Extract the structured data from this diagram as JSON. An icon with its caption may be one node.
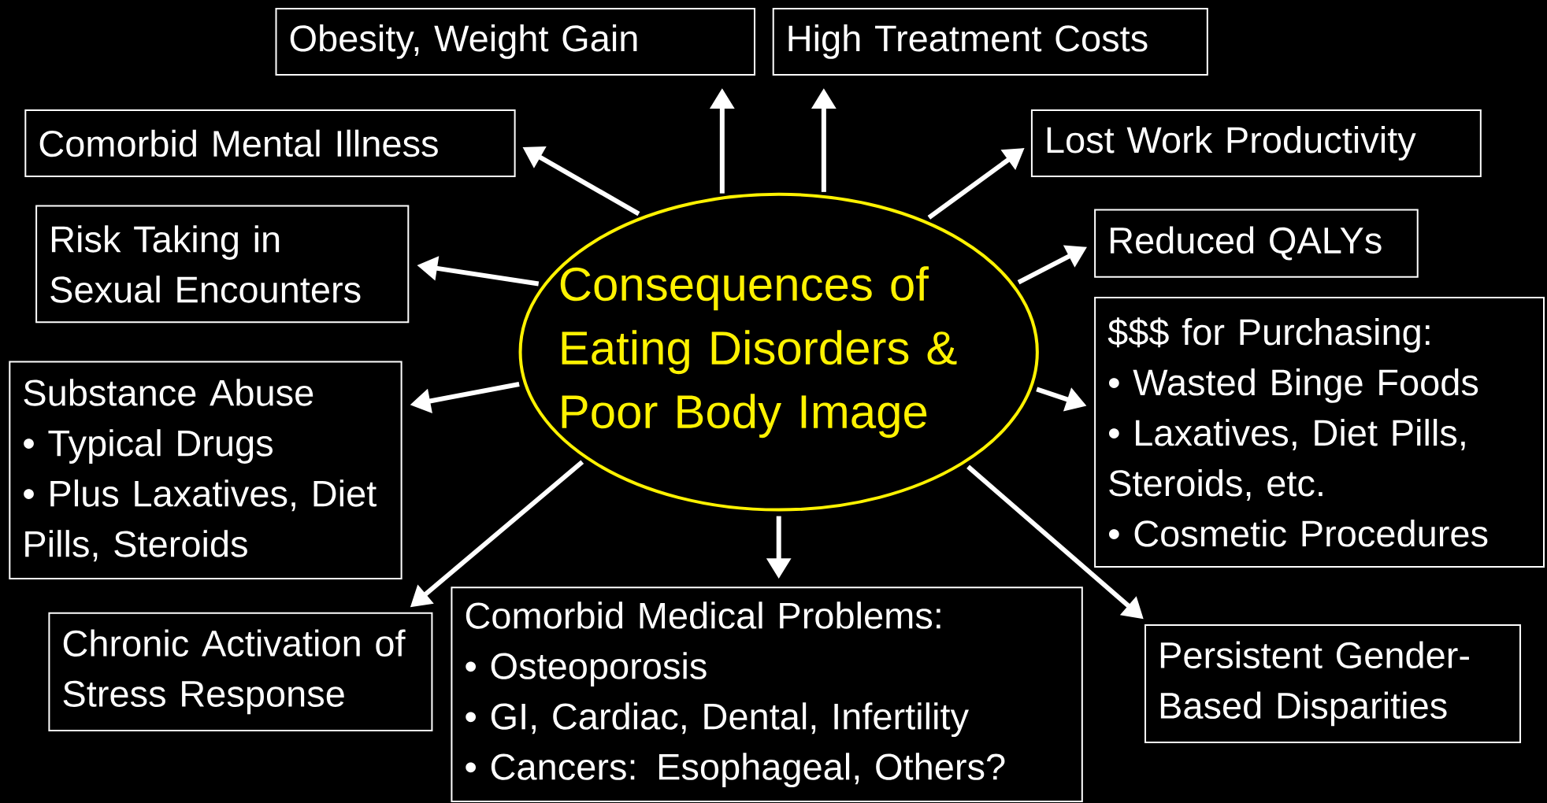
{
  "diagram": {
    "nodes": [
      {
        "text": [
          "Consequences of Eating Disorders & Poor Body Image"
        ]
      },
      {
        "text": [
          "Obesity, Weight Gain"
        ]
      },
      {
        "text": [
          "High Treatment Costs"
        ]
      },
      {
        "text": [
          "Comorbid Mental Illness"
        ]
      },
      {
        "text": [
          "Lost Work Productivity"
        ]
      },
      {
        "text": [
          "Risk Taking in Sexual Encounters"
        ]
      },
      {
        "text": [
          "Reduced QALYs"
        ]
      },
      {
        "text": [
          "Substance Abuse",
          "• Typical Drugs",
          "• Plus Laxatives, Diet Pills, Steroids"
        ]
      },
      {
        "text": [
          "$$$ for Purchasing:",
          "• Wasted Binge Foods",
          "• Laxatives, Diet Pills, Steroids, etc.",
          "• Cosmetic Procedures"
        ]
      },
      {
        "text": [
          "Chronic Activation of Stress Response"
        ]
      },
      {
        "text": [
          "Comorbid Medical Problems:",
          "• Osteoporosis",
          "• GI, Cardiac, Dental, Infertility",
          "• Cancers: Esophageal, Others?"
        ]
      },
      {
        "text": [
          "Persistent Gender-Based Disparities"
        ]
      }
    ],
    "edges": [
      {
        "from": 0,
        "to": 1,
        "arrow": "to"
      },
      {
        "from": 0,
        "to": 2,
        "arrow": "to"
      },
      {
        "from": 0,
        "to": 3,
        "arrow": "to"
      },
      {
        "from": 0,
        "to": 4,
        "arrow": "to"
      },
      {
        "from": 0,
        "to": 5,
        "arrow": "to"
      },
      {
        "from": 0,
        "to": 6,
        "arrow": "to"
      },
      {
        "from": 0,
        "to": 7,
        "arrow": "to"
      },
      {
        "from": 0,
        "to": 8,
        "arrow": "to"
      },
      {
        "from": 0,
        "to": 9,
        "arrow": "to"
      },
      {
        "from": 0,
        "to": 10,
        "arrow": "to"
      },
      {
        "from": 0,
        "to": 11,
        "arrow": "to"
      }
    ]
  }
}
